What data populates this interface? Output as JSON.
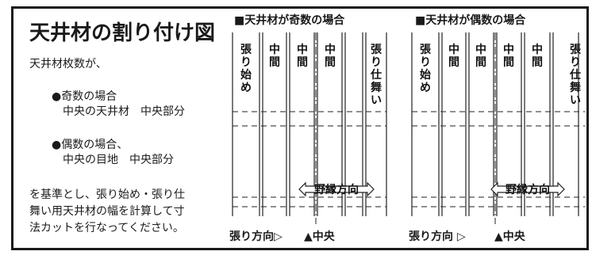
{
  "title": "天井材の割り付け図",
  "left_text": {
    "line1": "天井材枚数が、",
    "odd_bullet": "●奇数の場合",
    "odd_detail": "中央の天井材　中央部分",
    "even_bullet": "●偶数の場合、",
    "even_detail": "中央の目地　中央部分",
    "para1": "を基準とし、張り始め・張り仕",
    "para2": "舞い用天井材の幅を計算して寸",
    "para3": "法カットを行なってください。"
  },
  "diagrams": [
    {
      "heading": "■天井材が奇数の場合",
      "boards": [
        "張り始め",
        "中間",
        "中間",
        "中間",
        "張り仕舞い"
      ],
      "direction_label": "野縁方向",
      "bottom_left": "張り方向",
      "bottom_left_arrow": "▷",
      "bottom_center": "▲中央"
    },
    {
      "heading": "■天井材が偶数の場合",
      "boards": [
        "張り始め",
        "中間",
        "中間",
        "中間",
        "中間",
        "張り仕舞い"
      ],
      "direction_label": "野縁方向",
      "bottom_left": "張り方向",
      "bottom_left_arrow": "▷",
      "bottom_center": "▲中央"
    }
  ]
}
